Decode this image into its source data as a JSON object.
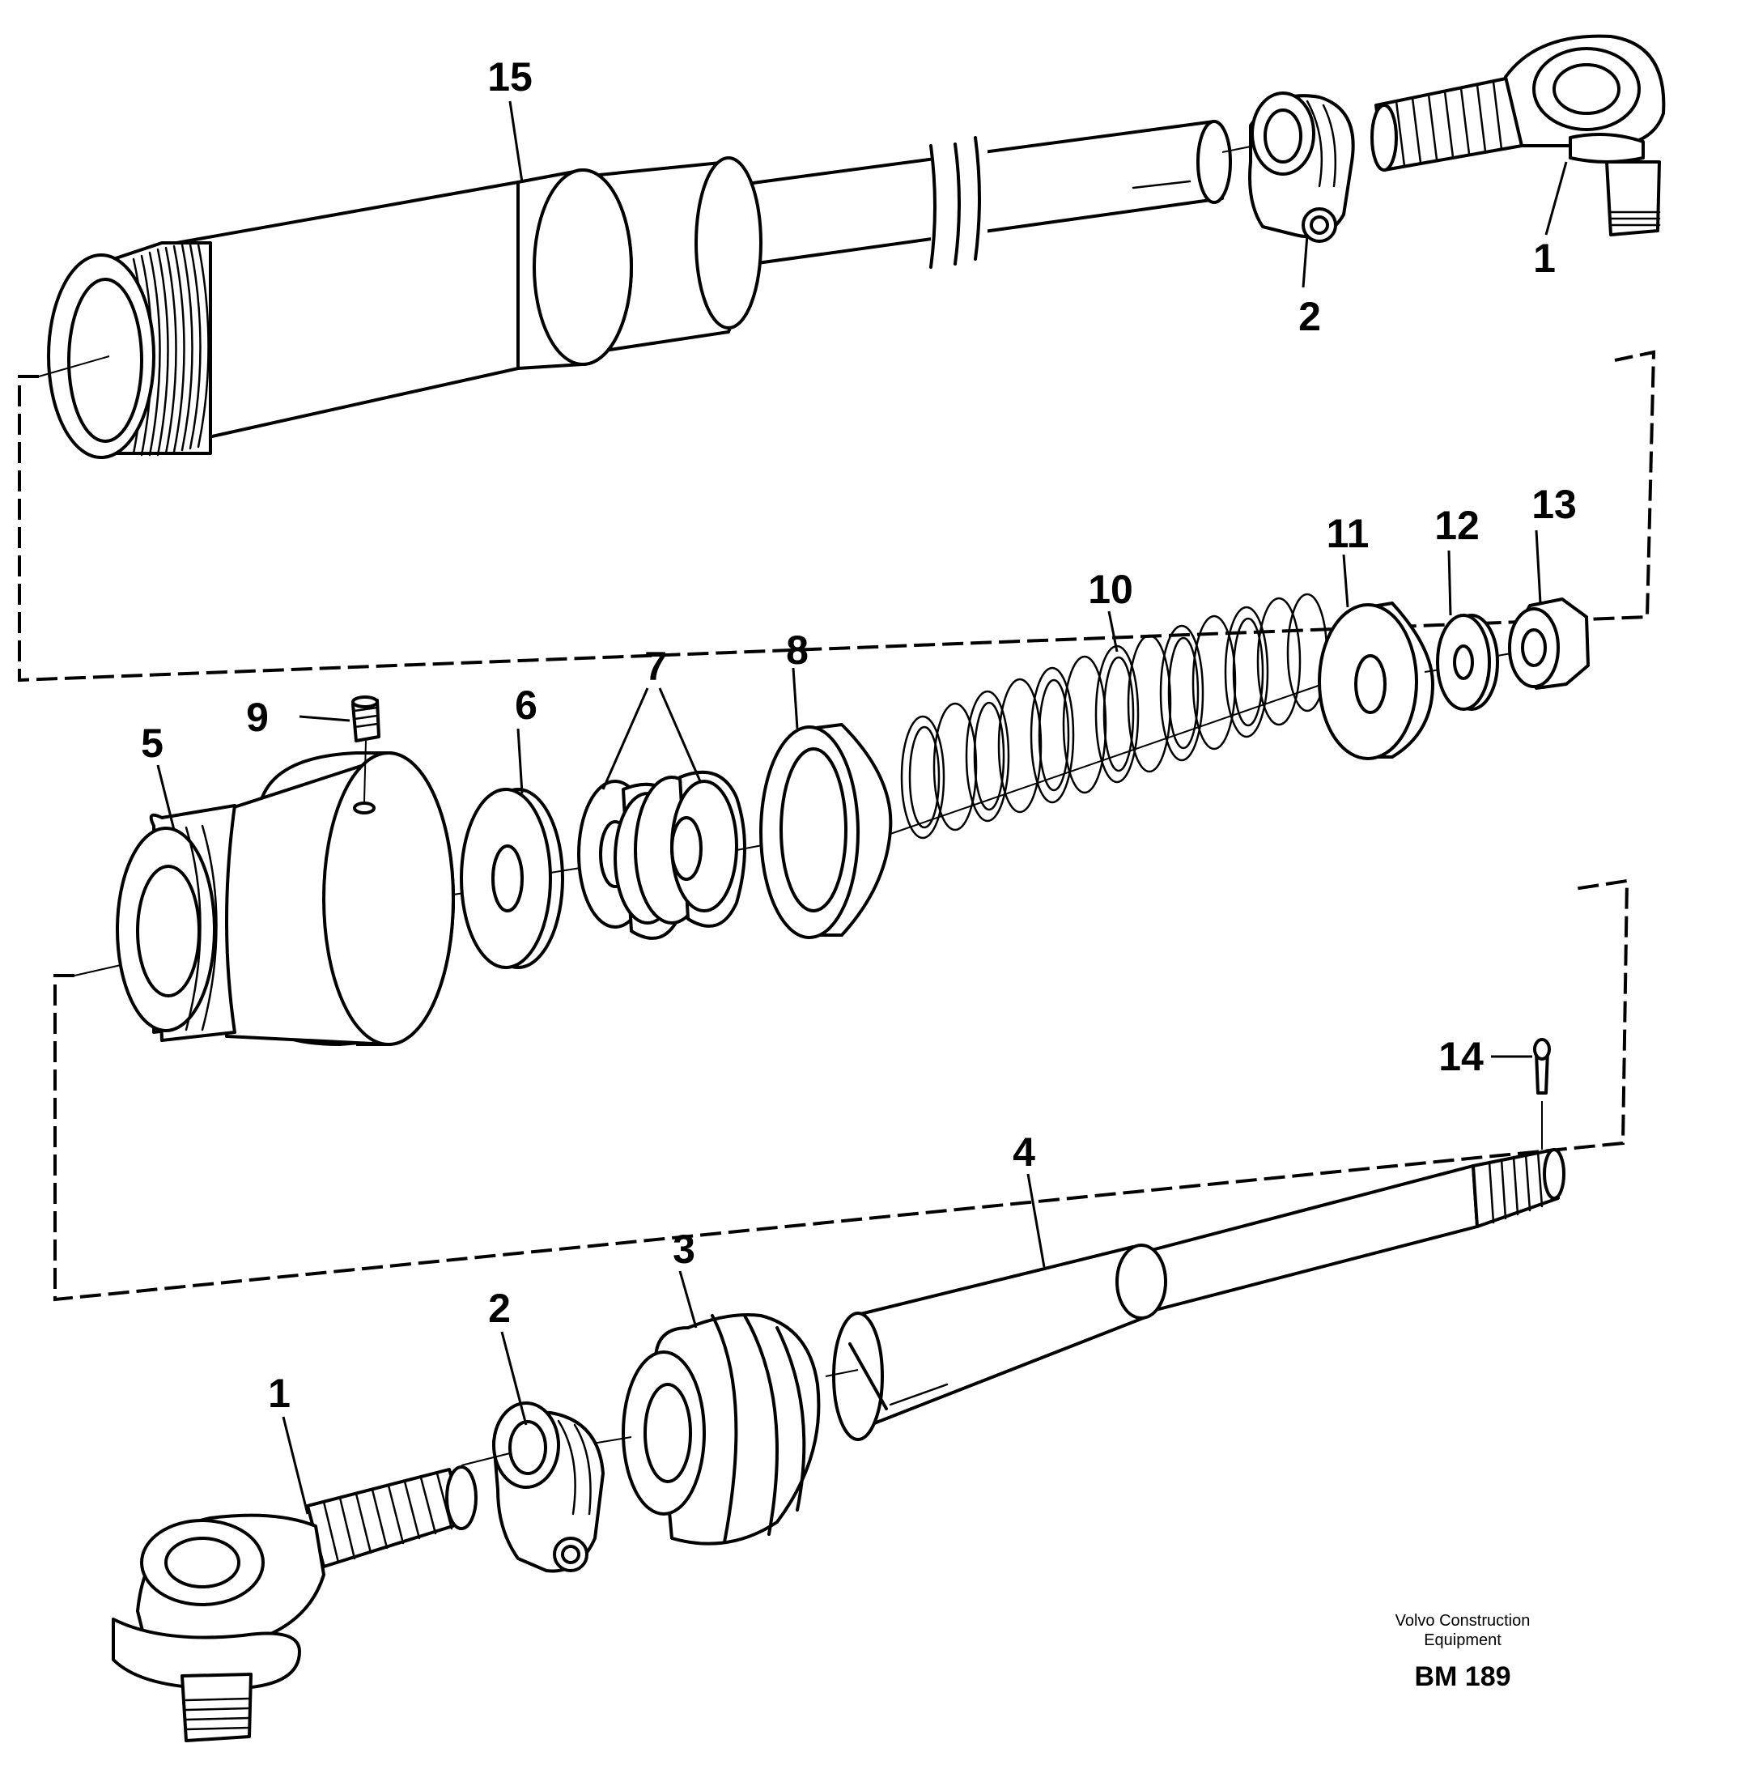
{
  "callouts": {
    "n1": "1",
    "n2": "2",
    "n3": "3",
    "n4": "4",
    "n5": "5",
    "n6": "6",
    "n7": "7",
    "n8": "8",
    "n9": "9",
    "n10": "10",
    "n11": "11",
    "n12": "12",
    "n13": "13",
    "n14": "14",
    "n15": "15"
  },
  "credit": {
    "line1": "Volvo Construction",
    "line2": "Equipment",
    "code": "BM 189"
  }
}
